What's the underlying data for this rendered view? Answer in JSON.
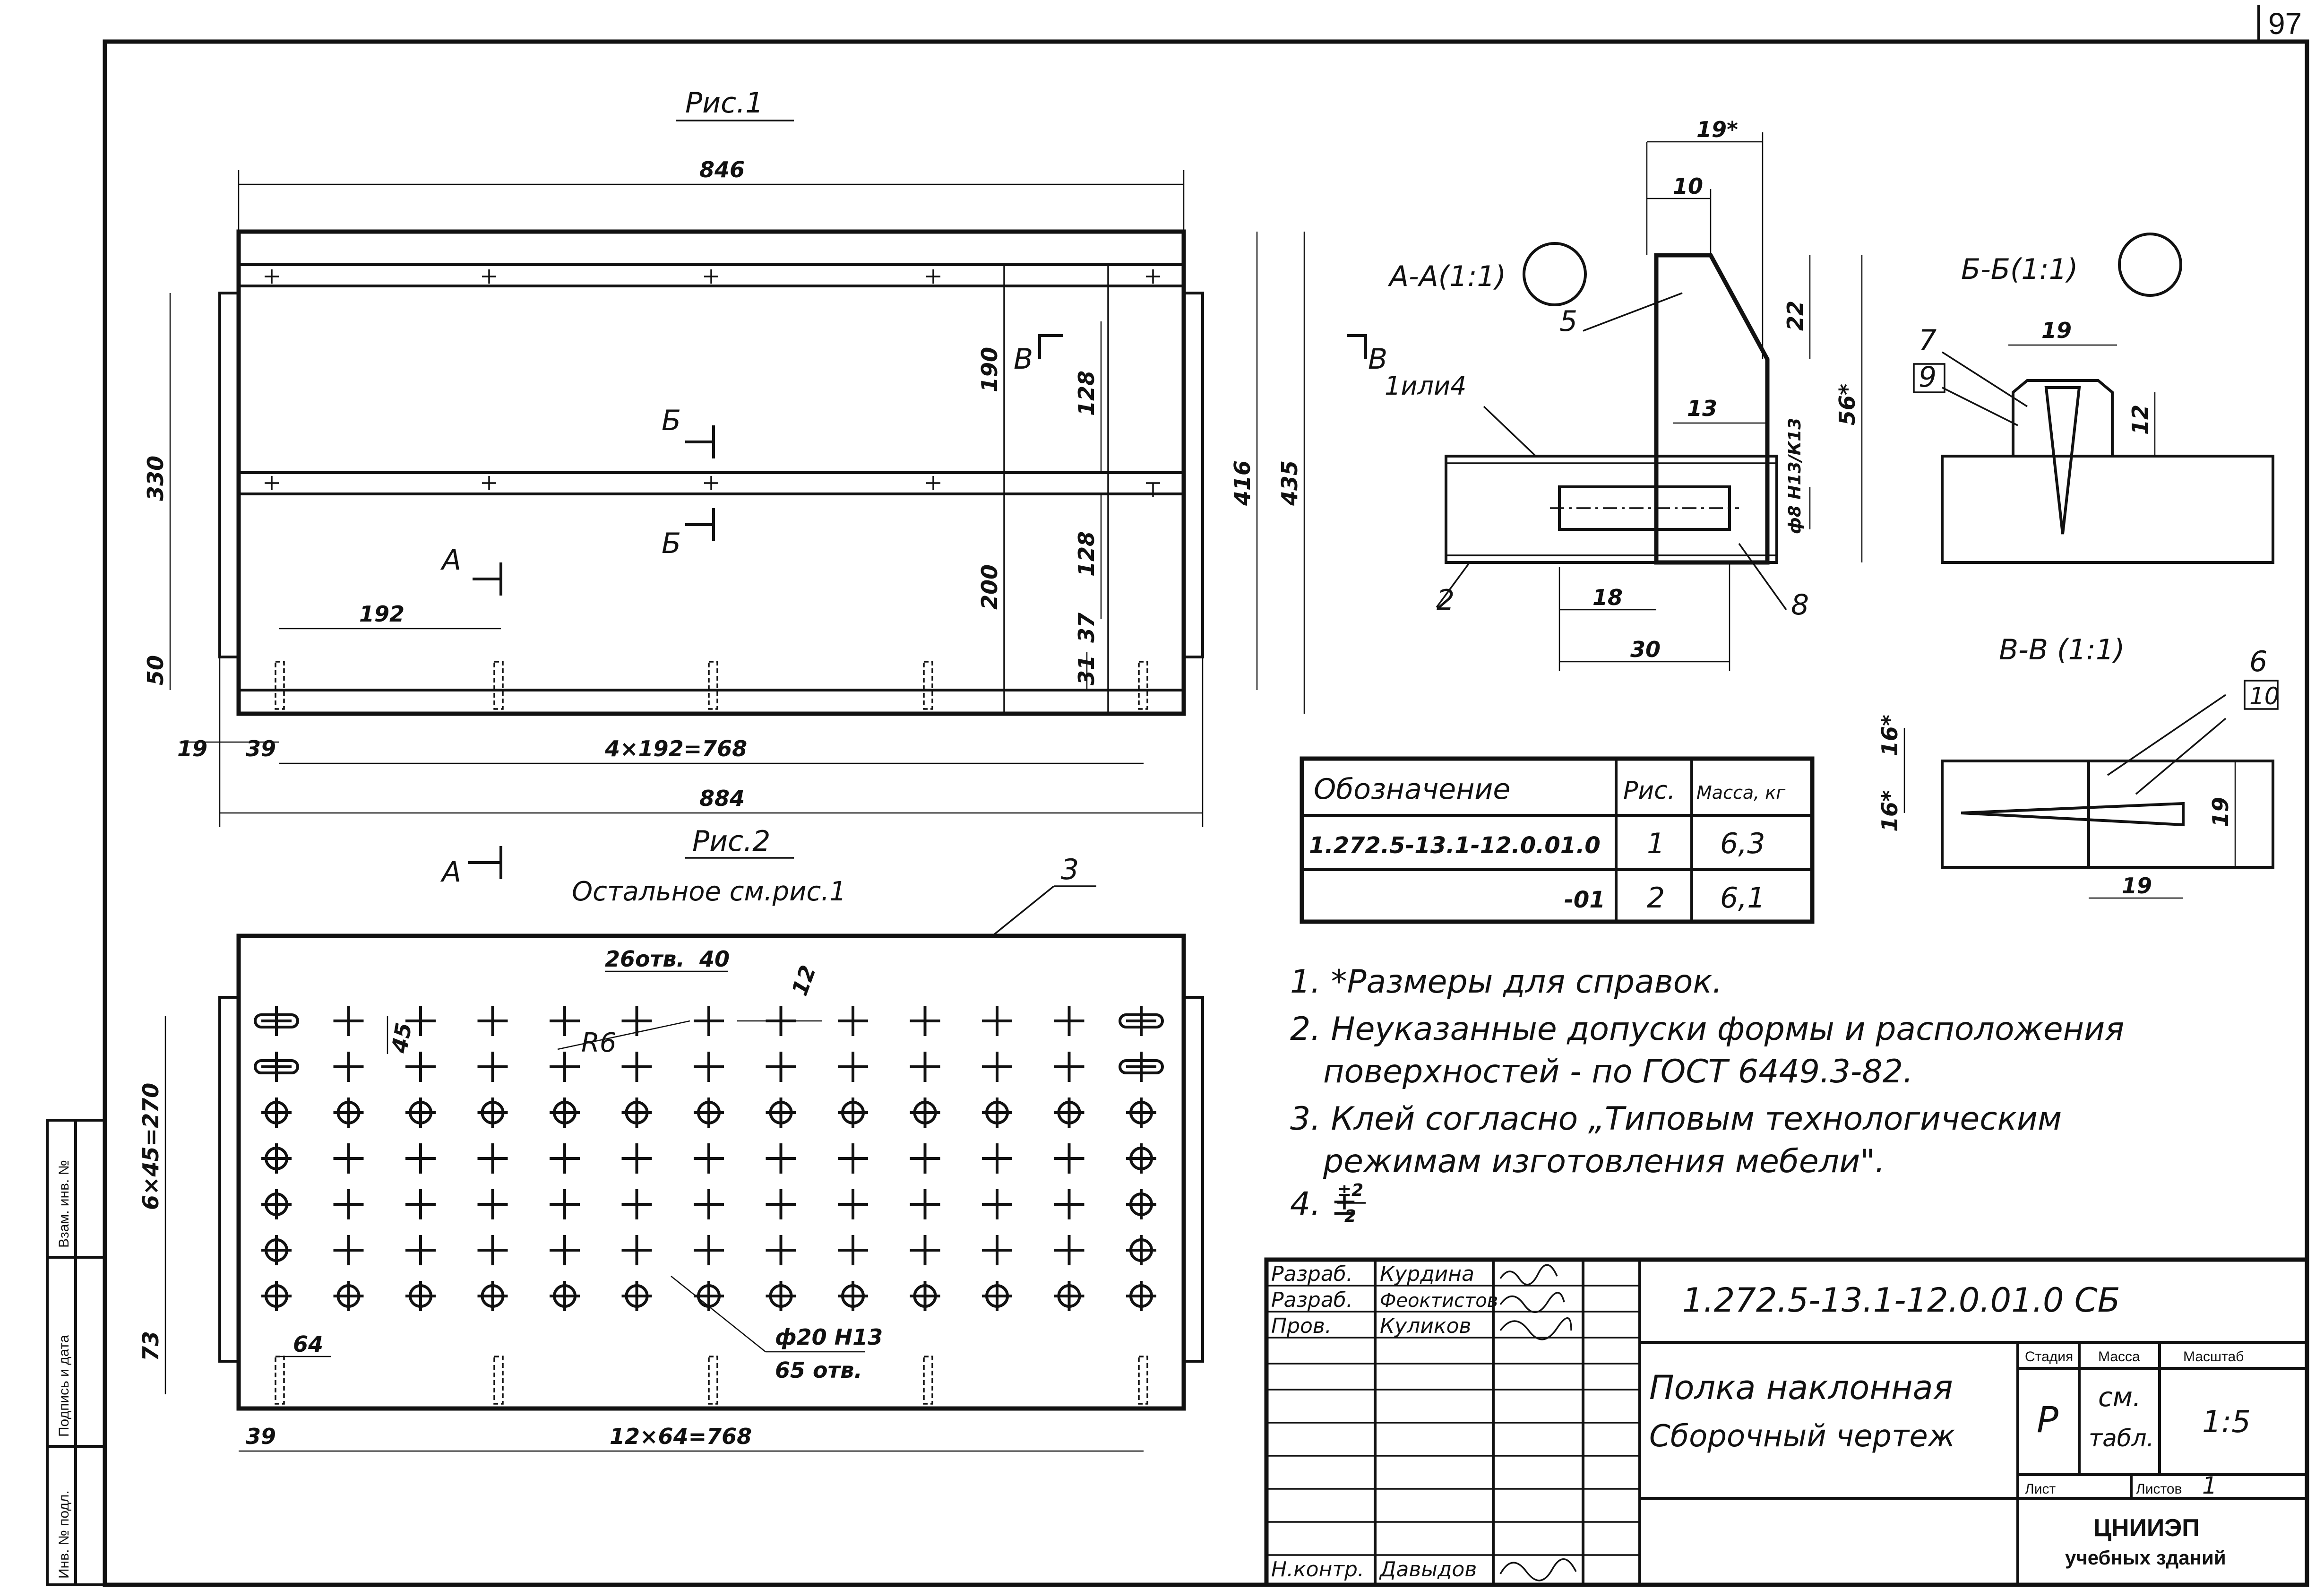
{
  "page_number": "97",
  "fig1": {
    "title": "Рис.1",
    "dims": {
      "overall_top": "846",
      "overall_bottom": "884",
      "pitch_spaced": "4×192=768",
      "pitch_single": "192",
      "left_offset": "19",
      "left_offset2": "39",
      "h_330": "330",
      "h_50": "50",
      "h_190": "190",
      "h_200": "200",
      "h_128a": "128",
      "h_128b": "128",
      "h_37": "37",
      "h_31": "31",
      "h_416": "416",
      "h_435": "435"
    },
    "section_marks": {
      "a": "А",
      "b": "Б",
      "v": "В"
    }
  },
  "fig2": {
    "title": "Рис.2",
    "subtitle": "Остальное см.рис.1",
    "callout_3": "3",
    "dims": {
      "holes_26": "26отв.",
      "d40": "40",
      "d12": "12",
      "d45": "45",
      "r6": "R6",
      "h_270": "6×45=270",
      "h_73": "73",
      "d64": "64",
      "left_39": "39",
      "pitch": "12×64=768",
      "hole_spec_1": "ф20 Н13",
      "hole_spec_2": "65 отв."
    }
  },
  "section_aa": {
    "title": "А-А(1:1)",
    "dims": {
      "d19": "19*",
      "d10": "10",
      "d22": "22",
      "d56": "56*",
      "d13": "13",
      "d8": "ф8 Н13/К13",
      "d18": "18",
      "d30": "30"
    },
    "callouts": {
      "c5": "5",
      "c1or4": "1или4",
      "c2": "2",
      "c8": "8"
    }
  },
  "section_bb": {
    "title": "Б-Б(1:1)",
    "dims": {
      "d19": "19",
      "d12": "12"
    },
    "callouts": {
      "c7": "7",
      "c9": "9"
    }
  },
  "section_vv": {
    "title": "В-В (1:1)",
    "dims": {
      "d16a": "16*",
      "d16b": "16*",
      "d19a": "19",
      "d19b": "19"
    },
    "callouts": {
      "c6": "6",
      "c10": "10"
    }
  },
  "spec_table": {
    "headers": [
      "Обозначение",
      "Рис.",
      "Масса, кг"
    ],
    "rows": [
      [
        "1.272.5-13.1-12.0.01.0",
        "1",
        "6,3"
      ],
      [
        "-01",
        "2",
        "6,1"
      ]
    ]
  },
  "notes": [
    "1. *Размеры для справок.",
    "2. Неуказанные допуски формы и расположения",
    "поверхностей - по ГОСТ 6449.3-82.",
    "3. Клей согласно „Типовым технологическим",
    "режимам изготовления мебели\".",
    "4. ±"
  ],
  "note4_fraction": {
    "num": "±2",
    "den": "2"
  },
  "title_block": {
    "doc_code": "1.272.5-13.1-12.0.01.0 СБ",
    "name_line1": "Полка наклонная",
    "name_line2": "Сборочный чертеж",
    "stage_label": "Стадия",
    "mass_label": "Масса",
    "scale_label": "Масштаб",
    "stage": "Р",
    "mass_value_1": "см.",
    "mass_value_2": "табл.",
    "scale": "1:5",
    "sheet_label": "Лист",
    "sheets_label": "Листов",
    "sheets_value": "1",
    "org_1": "ЦНИИЭП",
    "org_2": "учебных зданий",
    "roles": [
      {
        "role": "Разраб.",
        "name": "Курдина"
      },
      {
        "role": "Разраб.",
        "name": "Феоктистов"
      },
      {
        "role": "Пров.",
        "name": "Куликов"
      },
      {
        "role": "Н.контр.",
        "name": "Давыдов"
      }
    ]
  },
  "side_stamp": [
    "Взам. инв. №",
    "Подпись и дата",
    "Инв. № подл."
  ]
}
